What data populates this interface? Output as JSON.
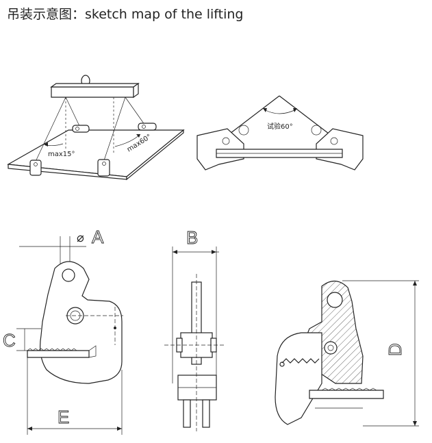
{
  "title": "吊装示意图：sketch map of the lifting",
  "annotations": {
    "max15": "max15°",
    "max60": "max60°",
    "test60": "试验60°"
  },
  "dimensions": {
    "A": "A",
    "diameter": "⌀",
    "B": "B",
    "C": "C",
    "D": "D",
    "E": "E"
  }
}
